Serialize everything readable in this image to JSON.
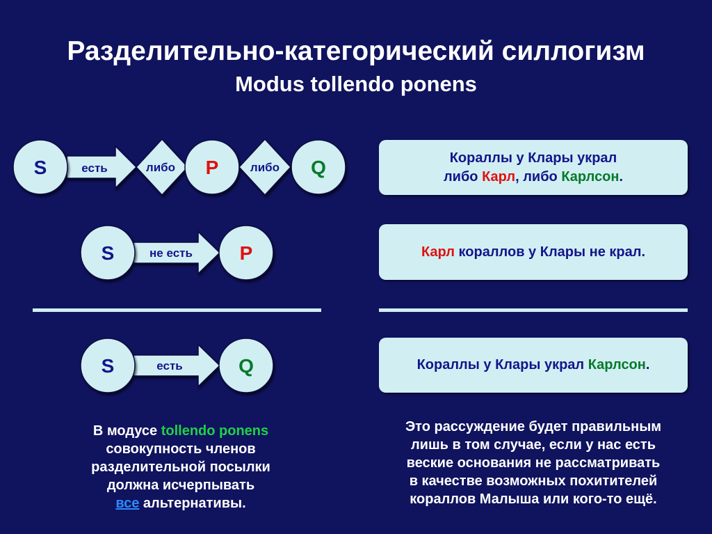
{
  "title": {
    "line1": "Разделительно-категорический силлогизм",
    "line2": "Modus tollendo ponens"
  },
  "diagram": {
    "row1": {
      "s": "S",
      "est": "есть",
      "libo1": "либо",
      "p": "P",
      "libo2": "либо",
      "q": "Q"
    },
    "row2": {
      "s": "S",
      "ne_est": "не есть",
      "p": "P"
    },
    "row3": {
      "s": "S",
      "est": "есть",
      "q": "Q"
    }
  },
  "boxes": {
    "box1": {
      "line1": "Кораллы у Клары украл",
      "either": "либо ",
      "karl": "Карл",
      "comma_either": ", либо ",
      "karlson": "Карлсон",
      "dot": "."
    },
    "box2": {
      "karl": "Карл",
      "rest": " кораллов у Клары не крал."
    },
    "box3": {
      "text": "Кораллы у Клары украл ",
      "karlson": "Карлсон",
      "dot": "."
    }
  },
  "note_left": {
    "intro": "В модусе ",
    "term": "tollendo ponens",
    "line2": "совокупность членов",
    "line3": "разделительной посылки",
    "line4": "должна исчерпывать",
    "all": "все",
    "line5_rest": " альтернативы."
  },
  "note_right": {
    "line1": "Это рассуждение будет правильным",
    "line2": "лишь в том случае, если у нас есть",
    "line3": "веские основания не рассматривать",
    "line4": "в качестве возможных похитителей",
    "line5": "кораллов Малыша или кого-то ещё."
  },
  "colors": {
    "background": "#10135e",
    "shape_fill": "#d1eff3",
    "navy_text": "#14148a",
    "red": "#e01010",
    "green": "#067a2a",
    "lime": "#1fd14a",
    "link": "#2a8cff"
  }
}
